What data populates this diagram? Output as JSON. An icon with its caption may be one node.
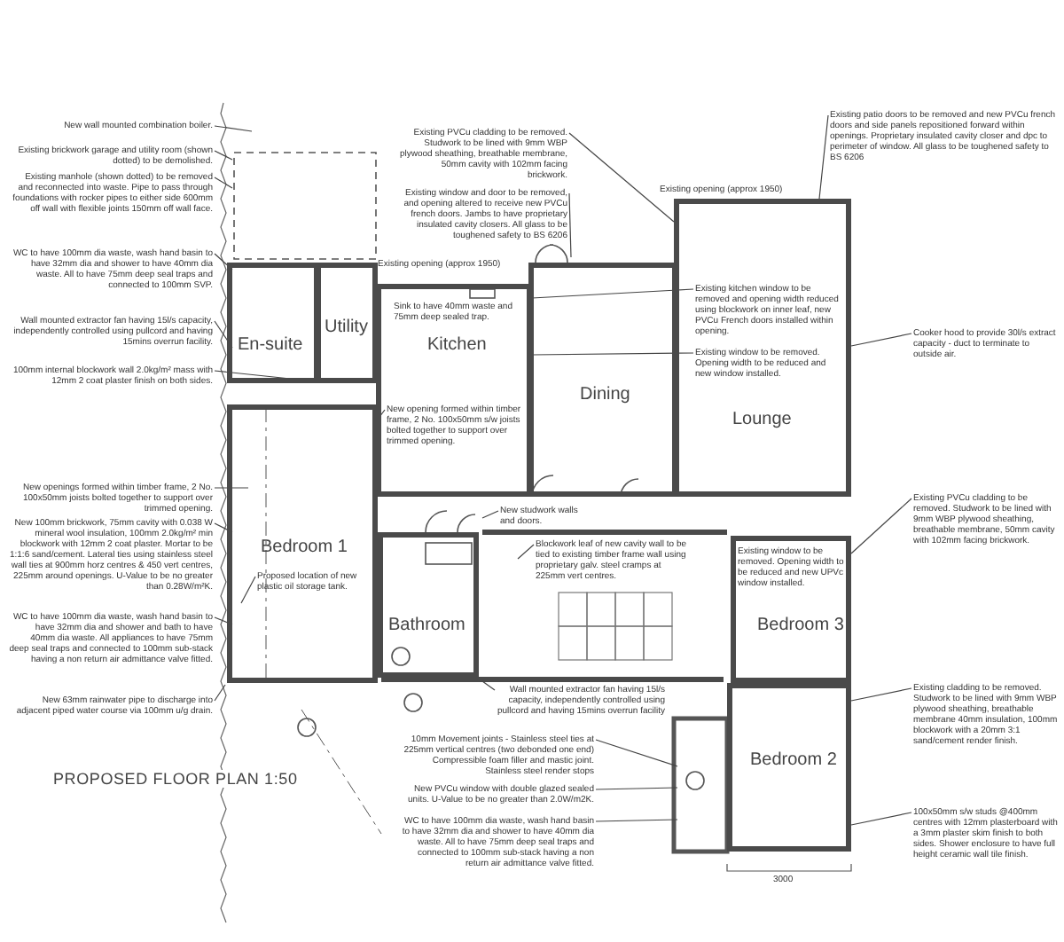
{
  "diagram": {
    "title": "PROPOSED FLOOR PLAN 1:50",
    "nodes": [
      {
        "text": [
          "En-suite"
        ]
      },
      {
        "text": [
          "Utility"
        ]
      },
      {
        "text": [
          "Kitchen"
        ]
      },
      {
        "text": [
          "Dining"
        ]
      },
      {
        "text": [
          "Lounge"
        ]
      },
      {
        "text": [
          "Bedroom 1"
        ]
      },
      {
        "text": [
          "Bathroom"
        ]
      },
      {
        "text": [
          "Bedroom 3"
        ]
      },
      {
        "text": [
          "Bedroom 2"
        ]
      },
      {
        "text": [
          "New wall mounted combination boiler."
        ]
      },
      {
        "text": [
          "Existing brickwork garage and utility room (shown dotted) to be demolished."
        ]
      },
      {
        "text": [
          "Existing manhole (shown dotted) to be removed and reconnected into waste. Pipe to pass through foundations with rocker pipes to either side 600mm off wall with flexible joints 150mm off wall face."
        ]
      },
      {
        "text": [
          "WC to have 100mm dia waste, wash hand basin to have 32mm dia and shower to have 40mm dia waste. All to have 75mm deep seal traps and connected to 100mm SVP."
        ]
      },
      {
        "text": [
          "Wall mounted extractor fan having 15l/s capacity, independently controlled using pullcord and having 15mins overrun facility."
        ]
      },
      {
        "text": [
          "100mm internal blockwork wall 2.0kg/m² mass with 12mm 2 coat plaster finish on both sides."
        ]
      },
      {
        "text": [
          "New openings formed within timber frame, 2 No. 100x50mm joists bolted together to support over trimmed opening."
        ]
      },
      {
        "text": [
          "New 100mm brickwork, 75mm cavity with 0.038 W mineral wool insulation, 100mm 2.0kg/m² min blockwork with 12mm 2 coat plaster. Mortar to be 1:1:6 sand/cement. Lateral ties using stainless steel wall ties at 900mm horz centres & 450 vert centres, 225mm around openings. U-Value to be no greater than 0.28W/m²K."
        ]
      },
      {
        "text": [
          "WC to have 100mm dia waste, wash hand basin to have 32mm dia and shower and bath to have 40mm dia waste. All appliances to have 75mm deep seal traps and connected to 100mm sub-stack having a non return air admittance valve fitted."
        ]
      },
      {
        "text": [
          "New 63mm rainwater pipe to discharge into adjacent piped water course via 100mm u/g drain."
        ]
      },
      {
        "text": [
          "Existing PVCu cladding to be removed. Studwork to be lined with 9mm WBP plywood sheathing, breathable membrane, 50mm cavity with 102mm facing brickwork."
        ]
      },
      {
        "text": [
          "Existing window and door to be removed, and opening altered to receive new PVCu french doors. Jambs to have proprietary insulated cavity closers. All glass to be toughened safety to BS 6206"
        ]
      },
      {
        "text": [
          "Existing patio doors to be removed and new PVCu french doors and side panels repositioned forward within openings. Proprietary insulated cavity closer and dpc to perimeter of window. All glass to be toughened safety to BS 6206"
        ]
      },
      {
        "text": [
          "Cooker hood to provide 30l/s extract capacity - duct to terminate to outside air."
        ]
      },
      {
        "text": [
          "Existing PVCu cladding to be removed. Studwork to be lined with 9mm WBP plywood sheathing, breathable membrane, 50mm cavity with 102mm facing brickwork."
        ]
      },
      {
        "text": [
          "Existing cladding to be removed. Studwork to be lined with 9mm WBP plywood sheathing, breathable membrane 40mm insulation, 100mm blockwork with a 20mm 3:1 sand/cement render finish."
        ]
      },
      {
        "text": [
          "100x50mm s/w studs @400mm centres with 12mm plasterboard with a 3mm plaster skim finish to both sides. Shower enclosure to have full height ceramic wall tile finish."
        ]
      },
      {
        "text": [
          "Existing kitchen window to be removed and opening width reduced using blockwork on inner leaf, new PVCu French doors installed within opening."
        ],
        "in": 4
      },
      {
        "text": [
          "Existing window to be removed. Opening width to be reduced and new window installed."
        ],
        "in": 4
      },
      {
        "text": [
          "Sink to have 40mm waste and 75mm deep sealed trap."
        ],
        "in": 2
      },
      {
        "text": [
          "New opening formed within timber frame, 2 No. 100x50mm s/w joists bolted together to support over trimmed opening."
        ],
        "in": 2
      },
      {
        "text": [
          "New studwork walls and doors."
        ]
      },
      {
        "text": [
          "Blockwork leaf of new cavity wall to be tied to existing timber frame wall using proprietary galv. steel cramps at 225mm vert centres."
        ]
      },
      {
        "text": [
          "Existing window to be removed. Opening width to be reduced and new UPVc window installed."
        ],
        "in": 7
      },
      {
        "text": [
          "Proposed location of new plastic oil storage tank."
        ],
        "in": 5
      },
      {
        "text": [
          "Wall mounted extractor fan having 15l/s capacity, independently controlled using pullcord and having 15mins overrun facility"
        ]
      },
      {
        "text": [
          "10mm Movement joints - Stainless steel ties at 225mm vertical centres (two debonded one end) Compressible foam filler and mastic joint. Stainless steel render stops"
        ]
      },
      {
        "text": [
          "New PVCu window with double glazed sealed units. U-Value to be no greater than 2.0W/m2K."
        ]
      },
      {
        "text": [
          "WC to have 100mm dia waste, wash hand basin to have 32mm dia and shower to have 40mm dia waste. All to have 75mm deep seal traps and connected to 100mm sub-stack having a non return air admittance valve fitted."
        ]
      }
    ],
    "edges": [
      {
        "from": 9,
        "to": null,
        "arrow": "none"
      },
      {
        "from": 10,
        "to": null,
        "arrow": "none"
      },
      {
        "from": 11,
        "to": null,
        "arrow": "none"
      },
      {
        "from": 12,
        "to": null,
        "arrow": "none"
      },
      {
        "from": 13,
        "to": null,
        "arrow": "none"
      },
      {
        "from": 14,
        "to": 1,
        "arrow": "none"
      },
      {
        "from": 15,
        "to": null,
        "arrow": "none"
      },
      {
        "from": 16,
        "to": null,
        "arrow": "none"
      },
      {
        "from": 17,
        "to": null,
        "arrow": "none"
      },
      {
        "from": 18,
        "to": null,
        "arrow": "none"
      },
      {
        "from": 19,
        "to": 4,
        "arrow": "none"
      },
      {
        "from": 20,
        "to": null,
        "arrow": "none"
      },
      {
        "from": 21,
        "to": 4,
        "arrow": "none"
      },
      {
        "from": 22,
        "to": 4,
        "arrow": "none"
      },
      {
        "from": 23,
        "to": 7,
        "arrow": "none"
      },
      {
        "from": 24,
        "to": 8,
        "arrow": "none"
      },
      {
        "from": 25,
        "to": 8,
        "arrow": "none"
      },
      {
        "from": 26,
        "to": 2,
        "arrow": "none"
      },
      {
        "from": 27,
        "to": 2,
        "arrow": "none"
      },
      {
        "from": 29,
        "to": null,
        "arrow": "none"
      },
      {
        "from": 30,
        "to": null,
        "arrow": "none"
      },
      {
        "from": 31,
        "to": null,
        "arrow": "none"
      },
      {
        "from": 33,
        "to": null,
        "arrow": "none"
      },
      {
        "from": 34,
        "to": null,
        "arrow": "none"
      },
      {
        "from": 35,
        "to": null,
        "arrow": "none"
      },
      {
        "from": 36,
        "to": null,
        "arrow": "none"
      },
      {
        "from": 37,
        "to": null,
        "arrow": "none"
      }
    ],
    "labels": [
      "Existing opening (approx 1950)",
      "Existing opening (approx 1950)",
      "3000"
    ]
  }
}
